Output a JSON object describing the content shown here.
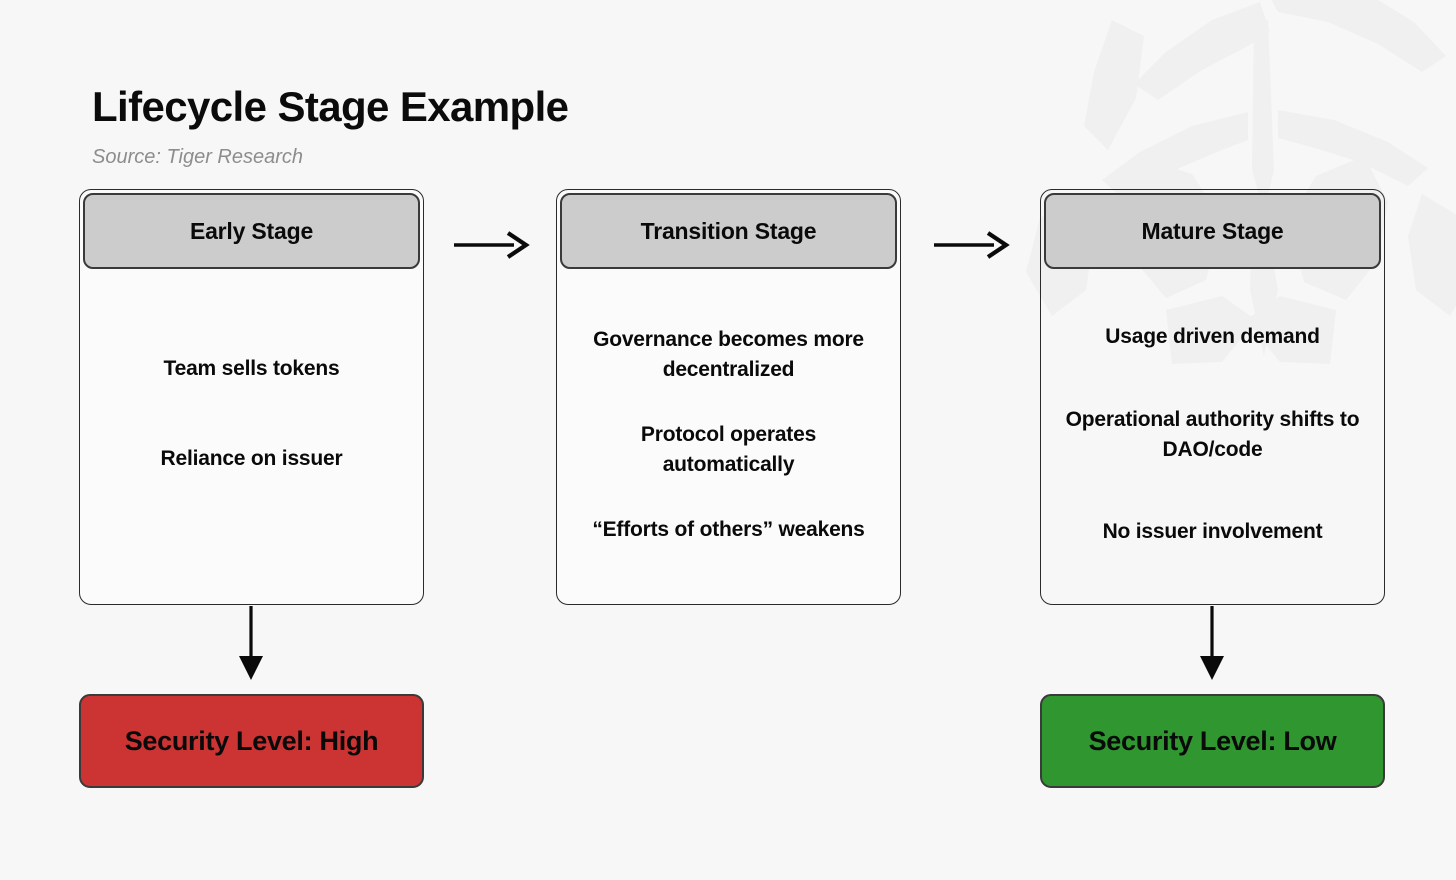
{
  "header": {
    "title": "Lifecycle Stage Example",
    "source": "Source: Tiger Research"
  },
  "colors": {
    "background": "#f7f7f7",
    "card_header": "#cccccc",
    "card_border": "#2b2b2b",
    "high_risk": "#cc3333",
    "low_risk": "#2f9630",
    "source_text": "#8d8d8d"
  },
  "diagram": {
    "type": "flow",
    "stages": [
      {
        "id": "early",
        "title": "Early Stage",
        "items": [
          "Team sells tokens",
          "Reliance on issuer"
        ]
      },
      {
        "id": "transition",
        "title": "Transition Stage",
        "items": [
          "Governance becomes more decentralized",
          "Protocol operates automatically",
          "“Efforts of others” weakens"
        ]
      },
      {
        "id": "mature",
        "title": "Mature Stage",
        "items": [
          "Usage driven demand",
          "Operational authority shifts to DAO/code",
          "No issuer involvement"
        ]
      }
    ],
    "flow_arrows": [
      {
        "id": "early-to-transition",
        "direction": "right"
      },
      {
        "id": "transition-to-mature",
        "direction": "right"
      }
    ],
    "outcome_arrows": [
      {
        "id": "early-to-outcome",
        "direction": "down"
      },
      {
        "id": "mature-to-outcome",
        "direction": "down"
      }
    ],
    "outcomes": [
      {
        "id": "high",
        "label": "Security Level: High",
        "color": "#cc3333"
      },
      {
        "id": "low",
        "label": "Security Level: Low",
        "color": "#2f9630"
      }
    ]
  }
}
